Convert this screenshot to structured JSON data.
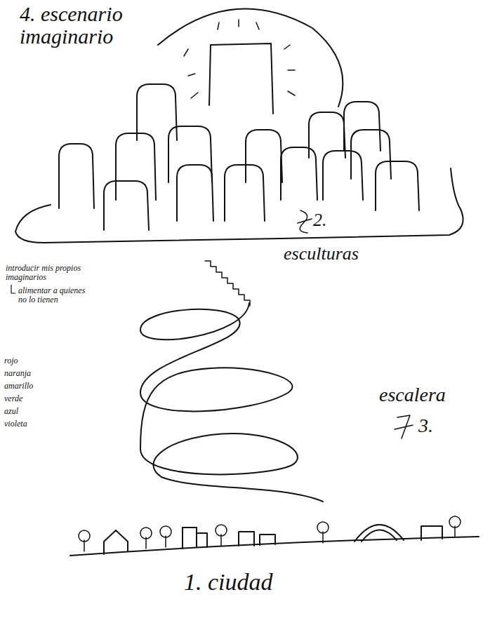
{
  "diagram": {
    "labels": [
      "4. escenario imaginario",
      "2.",
      "esculturas",
      "introducir mis propios imaginarios",
      "alimentar a quienes no lo tienen",
      "rojo",
      "naranja",
      "amarillo",
      "verde",
      "azul",
      "violeta",
      "escalera",
      "3.",
      "1. ciudad"
    ]
  }
}
